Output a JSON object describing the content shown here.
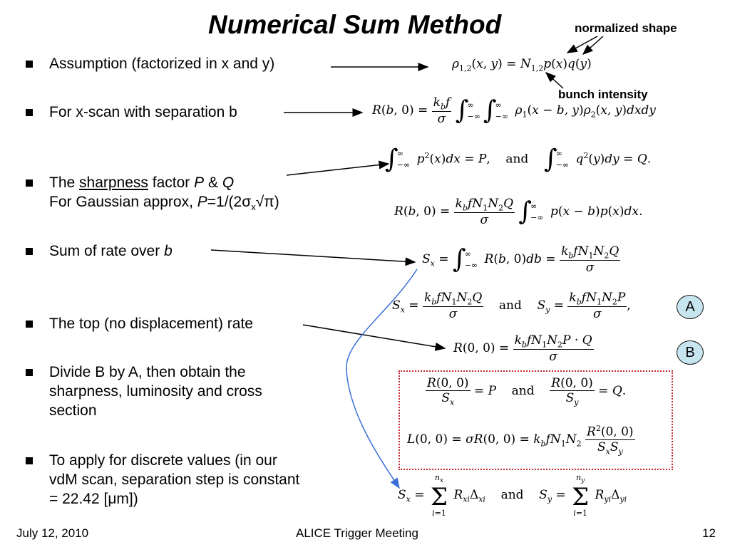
{
  "title": "Numerical Sum Method",
  "callouts": {
    "normalized_shape": "normalized shape",
    "bunch_intensity": "bunch intensity"
  },
  "bullets": {
    "assumption": "Assumption (factorized in x and y)",
    "xscan": "For x-scan with separation b",
    "sharpness_the": "The ",
    "sharpness_word": "sharpness",
    "sharpness_factor": " factor ",
    "sharpness_P": "P",
    "sharpness_and": " & ",
    "sharpness_Q": "Q",
    "gauss_prefix": "For Gaussian approx, ",
    "gauss_P": "P",
    "gauss_eq": "=1/(2σ",
    "gauss_sub": "x",
    "gauss_tail": "√π)",
    "sum_rate": "Sum of rate over ",
    "sum_rate_b": "b",
    "top_rate": "The top (no displacement) rate",
    "divide_line1": "Divide B by A, then obtain the",
    "divide_line2": "sharpness, luminosity and cross",
    "divide_line3": "section",
    "apply_line1": "To apply for discrete values (in our",
    "apply_line2": "vdM scan, separation step is constant",
    "apply_line3": "= 22.42 [μm])"
  },
  "equations": {
    "eq1": "ρ1,2(x, y) = N1,2 p(x) q(y)",
    "eq2": "R(b,0) = (kb f / σ) ∫∫ ρ1(x − b, y) ρ2(x, y) dx dy",
    "eq3": "∫ p²(x)dx = P, and ∫ q²(y)dy = Q.",
    "eq4": "R(b,0) = (kb f N1 N2 Q / σ) ∫ p(x − b) p(x) dx.",
    "eq5": "Sx = ∫ R(b,0) db = kb f N1 N2 Q / σ",
    "eq6": "Sx = kb f N1 N2 Q / σ and Sy = kb f N1 N2 P / σ,",
    "eq7": "R(0,0) = kb f N1 N2 P · Q / σ",
    "eq8": "R(0,0)/Sx = P and R(0,0)/Sy = Q.",
    "eq9": "L(0,0) = σR(0,0) = kb f N1 N2 R²(0,0) / (Sx Sy)",
    "eq10": "Sx = Σ Rxi Δxi and Sy = Σ Ryi Δyi"
  },
  "labels": {
    "A": "A",
    "B": "B"
  },
  "footer": {
    "date": "July 12, 2010",
    "meeting": "ALICE Trigger Meeting",
    "page": "12"
  },
  "colors": {
    "connector_blue": "#3a6fd8",
    "box_border": "#c0282e",
    "label_fill": "#c7e5ef"
  }
}
